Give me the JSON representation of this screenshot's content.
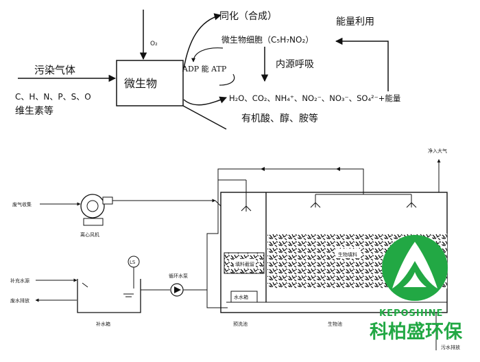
{
  "top": {
    "pollutant_gas": "污染气体",
    "elements": "C、H、N、P、S、O",
    "vitamins": "维生素等",
    "microbe": "微生物",
    "o2": "O₂",
    "assimilation": "同化（合成）",
    "cell": "微生物细胞（C₅H₇NO₂）",
    "adp_atp": "ADP 能 ATP",
    "endogenous": "内源呼吸",
    "energy_use": "能量利用",
    "products": "H₂O、CO₂、NH₄⁺、NO₂⁻、NO₃⁻、SO₄²⁻+能量",
    "organics": "有机酸、醇、胺等"
  },
  "process": {
    "exhaust_air": "净入大气",
    "waste_gas": "废气收集",
    "blower": "离心风机",
    "circ_pump": "循环水泵",
    "ls": "LS",
    "makeup_water": "补充水源",
    "drain": "废水排放",
    "water_tank": "补水箱",
    "prewash_tower": "预洗池",
    "bio_tower": "生物池",
    "packing_prewash": "填料截留",
    "packing_bio": "生物填料",
    "water_tank_small": "水水箱",
    "bottom_drain": "污水排放"
  },
  "brand": {
    "pinyin": "KEPOSHINE",
    "name": "科柏盛环保",
    "color": "#22a844"
  }
}
